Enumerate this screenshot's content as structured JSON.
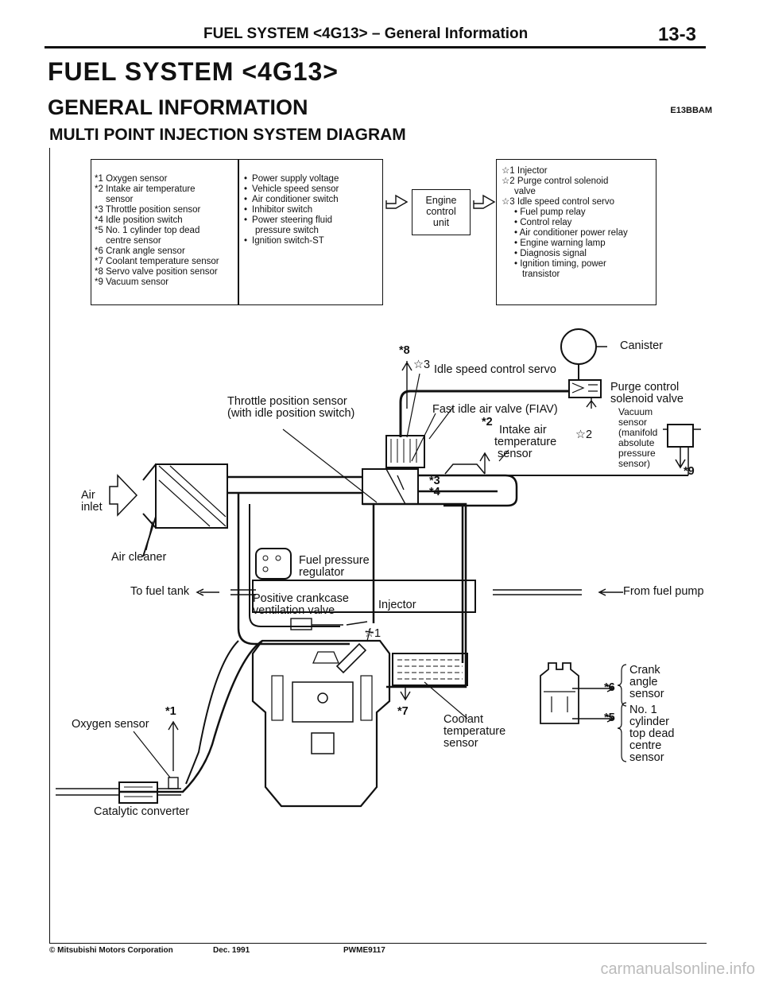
{
  "header": {
    "title": "FUEL SYSTEM <4G13> – General Information",
    "page": "13-3"
  },
  "section_title": "FUEL SYSTEM <4G13>",
  "subsection_title": "GENERAL INFORMATION",
  "ref_code": "E13BBAM",
  "diagram_title": "MULTI POINT INJECTION SYSTEM DIAGRAM",
  "sensor_list": [
    "*1 Oxygen sensor",
    "*2 Intake air temperature",
    "sensor",
    "*3 Throttle position sensor",
    "*4 Idle position switch",
    "*5 No. 1 cylinder top dead",
    "centre sensor",
    "*6 Crank angle sensor",
    "*7 Coolant temperature sensor",
    "*8 Servo valve position sensor",
    "*9 Vacuum sensor"
  ],
  "signal_list": [
    "Power supply voltage",
    "Vehicle speed sensor",
    "Air conditioner switch",
    "Inhibitor switch",
    "Power steering fluid",
    "pressure switch",
    "Ignition switch-ST"
  ],
  "ecu_label": [
    "Engine",
    "control",
    "unit"
  ],
  "actuator_list": [
    "☆1 Injector",
    "☆2 Purge control solenoid",
    "valve",
    "☆3 Idle speed control servo",
    "• Fuel pump relay",
    "• Control relay",
    "• Air conditioner power relay",
    "• Engine warning lamp",
    "• Diagnosis signal",
    "• Ignition timing, power",
    "transistor"
  ],
  "labels": {
    "canister": "Canister",
    "star3": "☆3",
    "idle_servo": "Idle speed control servo",
    "star8": "*8",
    "purge": "Purge control",
    "purge2": "solenoid valve",
    "throttle": "Throttle position sensor",
    "throttle2": "(with idle position switch)",
    "fiav": "Fast idle air valve (FIAV)",
    "star2": "*2",
    "intake": "Intake air",
    "intake2": "temperature",
    "intake3": "sensor",
    "star2b": "☆2",
    "vacuum": [
      "Vacuum",
      "sensor",
      "(manifold",
      "absolute",
      "pressure",
      "sensor)"
    ],
    "star9": "*9",
    "star3b": "*3",
    "star4": "*4",
    "air": "Air",
    "inlet": "inlet",
    "air_cleaner": "Air cleaner",
    "fpr": "Fuel pressure",
    "fpr2": "regulator",
    "to_tank": "To fuel tank",
    "from_pump": "From fuel pump",
    "pcv": "Positive crankcase",
    "pcv2": "ventilation valve",
    "injector": "Injector",
    "star1": "☆1",
    "crank": [
      "Crank",
      "angle",
      "sensor"
    ],
    "star6": "*6",
    "tdc": [
      "No. 1",
      "cylinder",
      "top dead",
      "centre",
      "sensor"
    ],
    "star5": "*5",
    "oxygen": "Oxygen sensor",
    "star1b": "*1",
    "star7": "*7",
    "coolant": [
      "Coolant",
      "temperature",
      "sensor"
    ],
    "catalytic": "Catalytic converter"
  },
  "footer": {
    "copyright": "© Mitsubishi Motors Corporation",
    "date": "Dec. 1991",
    "doc": "PWME9117"
  },
  "watermark": "carmanualsonline.info"
}
